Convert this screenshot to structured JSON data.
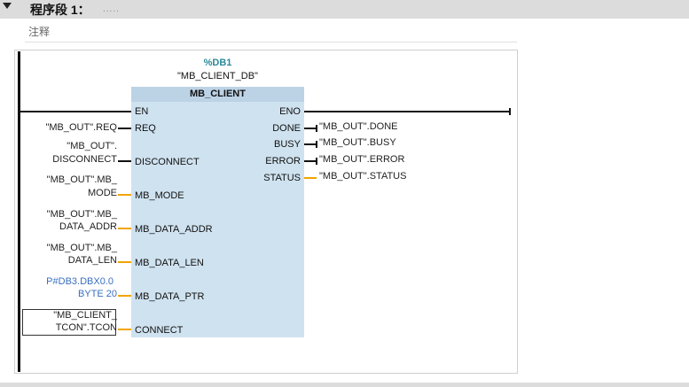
{
  "network": {
    "title": "程序段 1：",
    "title_placeholder": ".....",
    "comment": "注释"
  },
  "block": {
    "instance_name": "%DB1",
    "instance_symbol": "\"MB_CLIENT_DB\"",
    "type_name": "MB_CLIENT",
    "inputs": {
      "en": "EN",
      "req": "REQ",
      "disconnect": "DISCONNECT",
      "mb_mode": "MB_MODE",
      "mb_data_addr": "MB_DATA_ADDR",
      "mb_data_len": "MB_DATA_LEN",
      "mb_data_ptr": "MB_DATA_PTR",
      "connect": "CONNECT"
    },
    "outputs": {
      "eno": "ENO",
      "done": "DONE",
      "busy": "BUSY",
      "error": "ERROR",
      "status": "STATUS"
    }
  },
  "operands": {
    "req": "\"MB_OUT\".REQ",
    "disconnect_1": "\"MB_OUT\".",
    "disconnect_2": "DISCONNECT",
    "mb_mode_1": "\"MB_OUT\".MB_",
    "mb_mode_2": "MODE",
    "mb_data_addr_1": "\"MB_OUT\".MB_",
    "mb_data_addr_2": "DATA_ADDR",
    "mb_data_len_1": "\"MB_OUT\".MB_",
    "mb_data_len_2": "DATA_LEN",
    "mb_data_ptr_1": "P#DB3.DBX0.0",
    "mb_data_ptr_2": "BYTE 20",
    "connect_1": "\"MB_CLIENT_",
    "connect_2": "TCON\".TCON",
    "done": "\"MB_OUT\".DONE",
    "busy": "\"MB_OUT\".BUSY",
    "error": "\"MB_OUT\".ERROR",
    "status": "\"MB_OUT\".STATUS"
  },
  "next_network": {
    "title": "程序段 2："
  },
  "colors": {
    "block_fill": "#cfe2f0",
    "data_wire": "#f0a500",
    "db_name": "#2a8a9a",
    "constant": "#3a6fc0"
  }
}
